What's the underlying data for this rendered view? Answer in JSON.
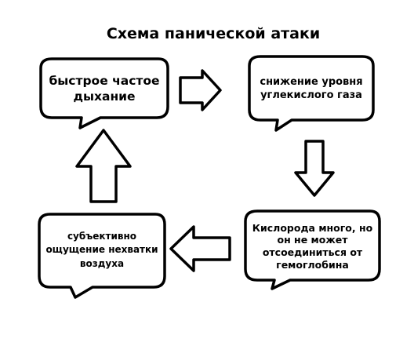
{
  "title": "Схема панической атаки",
  "bubbles": {
    "top_left": {
      "line1": "быстрое частое",
      "line2": "дыхание"
    },
    "top_right": {
      "line1": "снижение уровня",
      "line2": "углекислого газа"
    },
    "bottom_right": {
      "line1": "Кислорода много, но",
      "line2": "он не может",
      "line3": "отсоединиться от",
      "line4": "гемоглобина"
    },
    "bottom_left": {
      "line1": "субъективно",
      "line2": "ощущение нехватки",
      "line3": "воздуха"
    }
  },
  "colors": {
    "stroke": "#000000",
    "fill": "#ffffff",
    "text": "#000000"
  }
}
